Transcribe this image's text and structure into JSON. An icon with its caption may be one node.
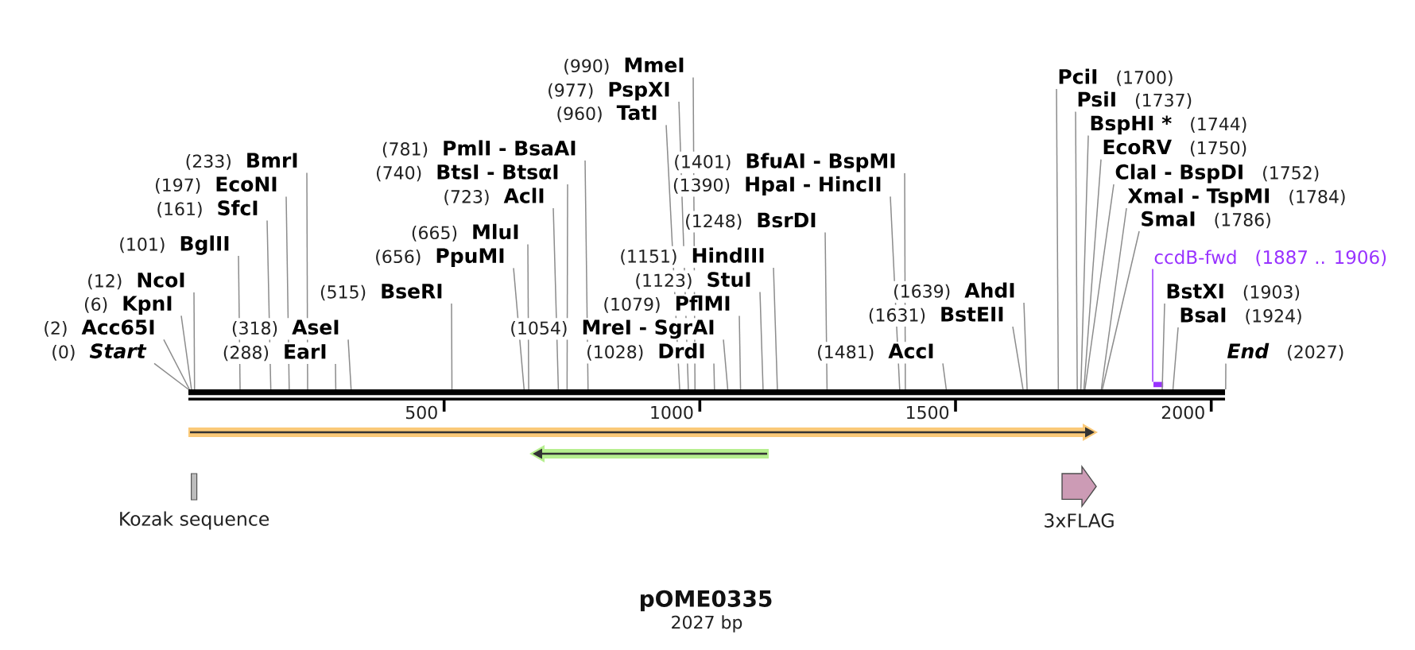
{
  "diagram": {
    "title": "pOME0335",
    "caption": "2027 bp",
    "nodes": [
      {
        "text": [
          "(0)",
          "Start"
        ]
      },
      {
        "text": [
          "(2)",
          "Acc65I"
        ]
      },
      {
        "text": [
          "(6)",
          "KpnI"
        ]
      },
      {
        "text": [
          "(12)",
          "NcoI"
        ]
      },
      {
        "text": [
          "(101)",
          "BglII"
        ]
      },
      {
        "text": [
          "(161)",
          "SfcI"
        ]
      },
      {
        "text": [
          "(197)",
          "EcoNI"
        ]
      },
      {
        "text": [
          "(233)",
          "BmrI"
        ]
      },
      {
        "text": [
          "(288)",
          "EarI"
        ]
      },
      {
        "text": [
          "(318)",
          "AseI"
        ]
      },
      {
        "text": [
          "(515)",
          "BseRI"
        ]
      },
      {
        "text": [
          "(656)",
          "PpuMI"
        ]
      },
      {
        "text": [
          "(665)",
          "MluI"
        ]
      },
      {
        "text": [
          "(723)",
          "AclI"
        ]
      },
      {
        "text": [
          "(740)",
          "BtsI - BtsαI"
        ]
      },
      {
        "text": [
          "(781)",
          "PmlI - BsaAI"
        ]
      },
      {
        "text": [
          "(960)",
          "TatI"
        ]
      },
      {
        "text": [
          "(977)",
          "PspXI"
        ]
      },
      {
        "text": [
          "(990)",
          "MmeI"
        ]
      },
      {
        "text": [
          "(1028)",
          "DrdI"
        ]
      },
      {
        "text": [
          "(1054)",
          "MreI - SgrAI"
        ]
      },
      {
        "text": [
          "(1079)",
          "PflMI"
        ]
      },
      {
        "text": [
          "(1123)",
          "StuI"
        ]
      },
      {
        "text": [
          "(1151)",
          "HindIII"
        ]
      },
      {
        "text": [
          "(1248)",
          "BsrDI"
        ]
      },
      {
        "text": [
          "(1390)",
          "HpaI - HincII"
        ]
      },
      {
        "text": [
          "(1401)",
          "BfuAI - BspMI"
        ]
      },
      {
        "text": [
          "(1481)",
          "AccI"
        ]
      },
      {
        "text": [
          "(1631)",
          "BstEII"
        ]
      },
      {
        "text": [
          "(1639)",
          "AhdI"
        ]
      },
      {
        "text": [
          "PciI",
          "(1700)"
        ]
      },
      {
        "text": [
          "PsiI",
          "(1737)"
        ]
      },
      {
        "text": [
          "BspHI *",
          "(1744)"
        ]
      },
      {
        "text": [
          "EcoRV",
          "(1750)"
        ]
      },
      {
        "text": [
          "ClaI - BspDI",
          "(1752)"
        ]
      },
      {
        "text": [
          "XmaI - TspMI",
          "(1784)"
        ]
      },
      {
        "text": [
          "SmaI",
          "(1786)"
        ]
      },
      {
        "text": [
          "ccdB-fwd",
          "(1887 .. 1906)"
        ]
      },
      {
        "text": [
          "BstXI",
          "(1903)"
        ]
      },
      {
        "text": [
          "BsaI",
          "(1924)"
        ]
      },
      {
        "text": [
          "End",
          "(2027)"
        ]
      },
      {
        "text": [],
        "shape": "bar"
      },
      {
        "text": [],
        "shape": "bar"
      },
      {
        "text": [],
        "shape": "arrow"
      },
      {
        "text": [],
        "shape": "arrow"
      },
      {
        "text": [],
        "shape": "box",
        "beside": [
          "Kozak sequence"
        ]
      },
      {
        "text": [],
        "shape": "arrow",
        "beside": [
          "3xFLAG"
        ]
      }
    ],
    "edges": [
      {
        "from": 0,
        "to": 41,
        "arrow": "none"
      },
      {
        "from": 1,
        "to": 41,
        "arrow": "none"
      },
      {
        "from": 2,
        "to": 41,
        "arrow": "none"
      },
      {
        "from": 3,
        "to": 41,
        "arrow": "none"
      },
      {
        "from": 4,
        "to": 41,
        "arrow": "none"
      },
      {
        "from": 5,
        "to": 41,
        "arrow": "none"
      },
      {
        "from": 6,
        "to": 41,
        "arrow": "none"
      },
      {
        "from": 7,
        "to": 41,
        "arrow": "none"
      },
      {
        "from": 8,
        "to": 41,
        "arrow": "none"
      },
      {
        "from": 9,
        "to": 41,
        "arrow": "none"
      },
      {
        "from": 10,
        "to": 41,
        "arrow": "none"
      },
      {
        "from": 11,
        "to": 41,
        "arrow": "none"
      },
      {
        "from": 12,
        "to": 41,
        "arrow": "none"
      },
      {
        "from": 13,
        "to": 41,
        "arrow": "none"
      },
      {
        "from": 14,
        "to": 41,
        "arrow": "none"
      },
      {
        "from": 15,
        "to": 41,
        "arrow": "none"
      },
      {
        "from": 16,
        "to": 41,
        "arrow": "none"
      },
      {
        "from": 17,
        "to": 41,
        "arrow": "none"
      },
      {
        "from": 18,
        "to": 41,
        "arrow": "none"
      },
      {
        "from": 19,
        "to": 41,
        "arrow": "none"
      },
      {
        "from": 20,
        "to": 41,
        "arrow": "none"
      },
      {
        "from": 21,
        "to": 41,
        "arrow": "none"
      },
      {
        "from": 22,
        "to": 41,
        "arrow": "none"
      },
      {
        "from": 23,
        "to": 41,
        "arrow": "none"
      },
      {
        "from": 24,
        "to": 41,
        "arrow": "none"
      },
      {
        "from": 25,
        "to": 41,
        "arrow": "none"
      },
      {
        "from": 26,
        "to": 41,
        "arrow": "none"
      },
      {
        "from": 27,
        "to": 41,
        "arrow": "none"
      },
      {
        "from": 28,
        "to": 41,
        "arrow": "none"
      },
      {
        "from": 29,
        "to": 41,
        "arrow": "none"
      },
      {
        "from": 30,
        "to": 41,
        "arrow": "none"
      },
      {
        "from": 31,
        "to": 41,
        "arrow": "none"
      },
      {
        "from": 32,
        "to": 41,
        "arrow": "none"
      },
      {
        "from": 33,
        "to": 41,
        "arrow": "none"
      },
      {
        "from": 34,
        "to": 41,
        "arrow": "none"
      },
      {
        "from": 35,
        "to": 41,
        "arrow": "none"
      },
      {
        "from": 36,
        "to": 41,
        "arrow": "none"
      },
      {
        "from": 37,
        "to": 42,
        "arrow": "none",
        "color": "#9933ff"
      },
      {
        "from": 38,
        "to": 41,
        "arrow": "none"
      },
      {
        "from": 39,
        "to": 41,
        "arrow": "none"
      },
      {
        "from": 40,
        "to": 41,
        "arrow": "none"
      }
    ],
    "labels": [
      "500",
      "1000",
      "1500",
      "2000"
    ]
  }
}
